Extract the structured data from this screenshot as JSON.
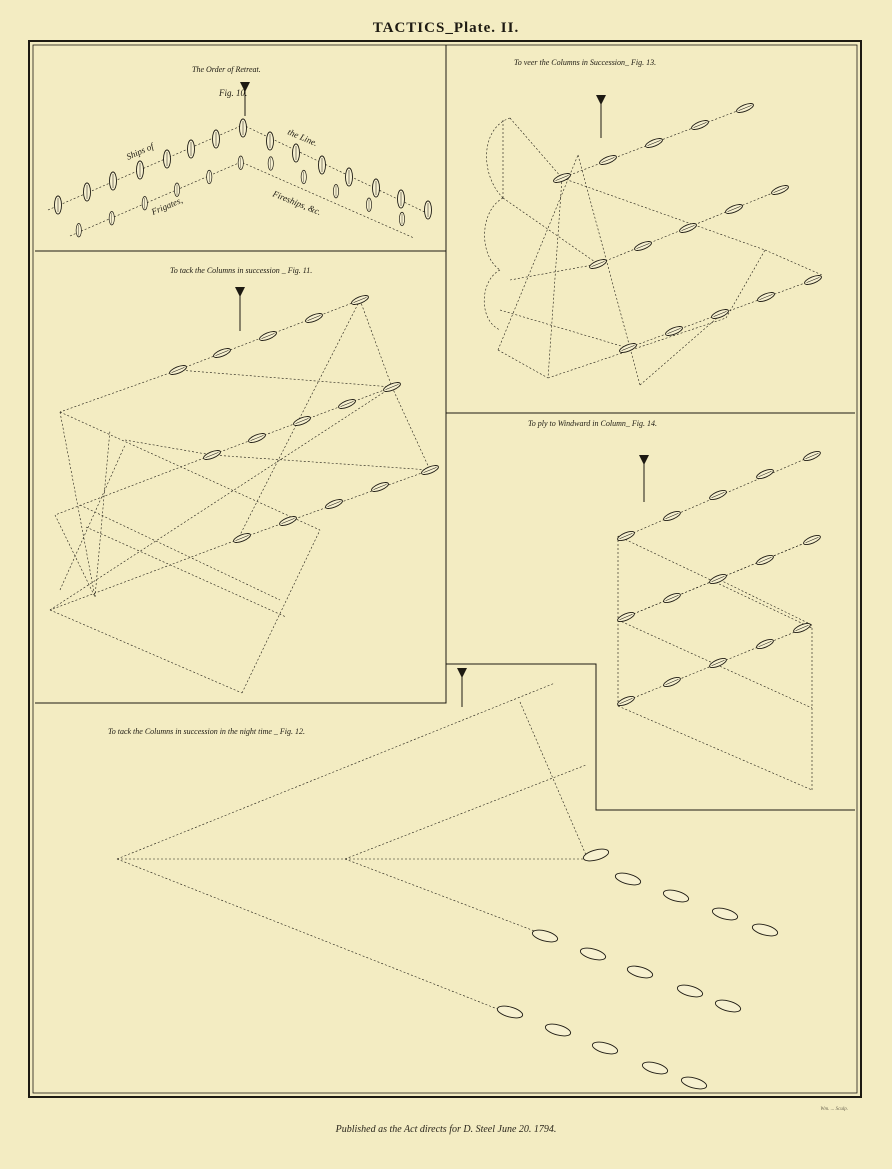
{
  "plate": {
    "title": "TACTICS_Plate. II.",
    "footer": "Published as the Act directs for D. Steel June 20. 1794.",
    "engraver": "Wm. ... Sculp."
  },
  "figures": {
    "fig10": {
      "caption": "The Order of Retreat.",
      "label": "Fig. 10.",
      "ships_of_label": "Ships of",
      "the_line_label": "the Line.",
      "frigates_label": "Frigates,",
      "fireships_label": "Fireships, &c."
    },
    "fig11": {
      "caption": "To tack the Columns in succession _ Fig. 11."
    },
    "fig12": {
      "caption": "To tack the Columns in succession in the night time _ Fig. 12."
    },
    "fig13": {
      "caption": "To veer the Columns in Succession_ Fig. 13."
    },
    "fig14": {
      "caption": "To ply to Windward in Column_ Fig. 14."
    }
  },
  "colors": {
    "paper": "#f3ecc2",
    "ink": "#1d1a12"
  }
}
